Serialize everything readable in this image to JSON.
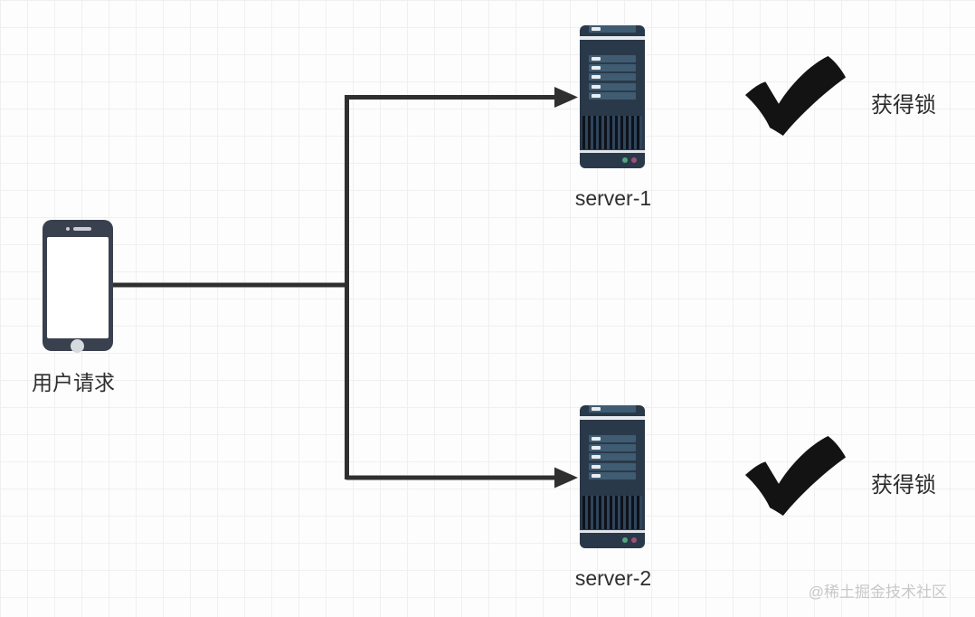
{
  "diagram": {
    "client": {
      "icon": "smartphone-icon",
      "label": "用户请求"
    },
    "servers": [
      {
        "icon": "server-icon",
        "label": "server-1",
        "status": {
          "icon": "checkmark-icon",
          "label": "获得锁"
        }
      },
      {
        "icon": "server-icon",
        "label": "server-2",
        "status": {
          "icon": "checkmark-icon",
          "label": "获得锁"
        }
      }
    ],
    "watermark": "@稀土掘金技术社区",
    "colors": {
      "connector": "#2f2f2f",
      "server_body": "#2a3949",
      "server_bay": "#3f5c72",
      "server_topline": "#e9edf1",
      "led_green": "#55a47f",
      "led_pink": "#a14f77",
      "phone_body": "#3a414e",
      "checkmark": "#131313",
      "label_text": "#2e2e2e",
      "watermark_text": "#c8c8c8",
      "grid_line": "#f0f0f0",
      "background": "#fdfdfd"
    }
  }
}
